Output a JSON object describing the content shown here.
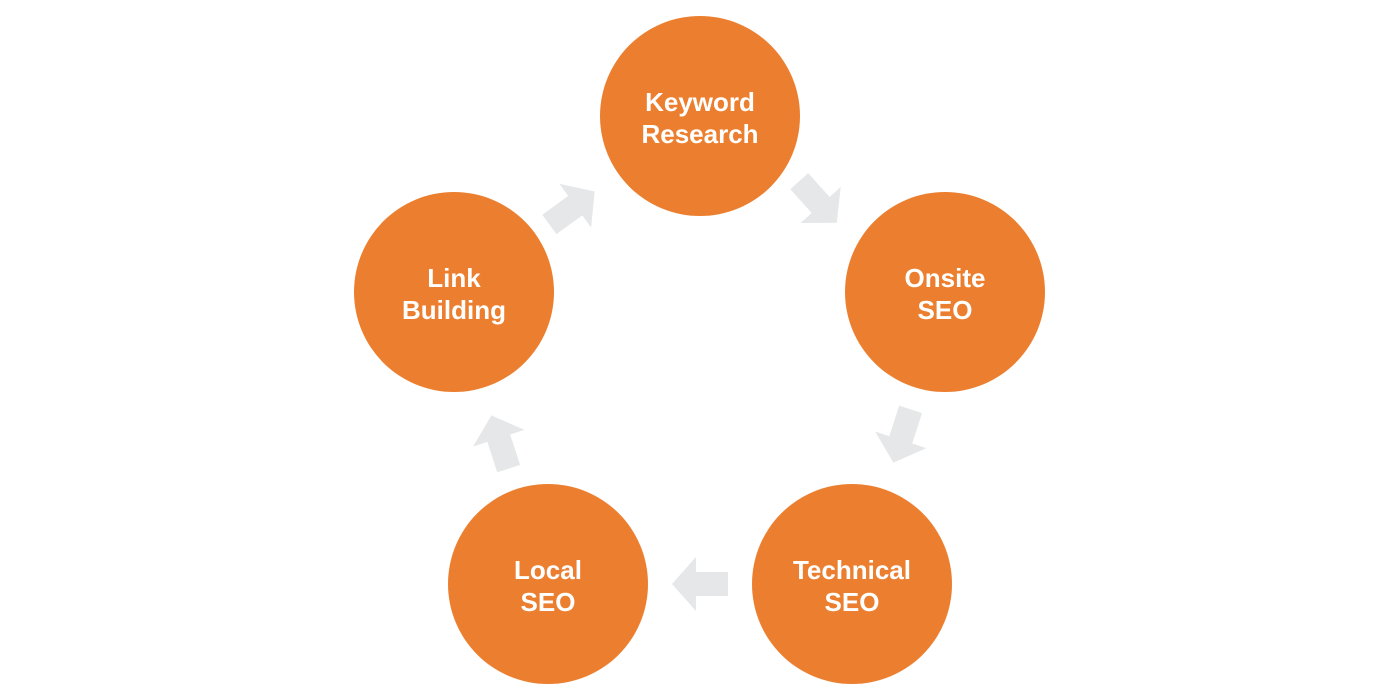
{
  "diagram": {
    "nodes": [
      {
        "id": "keyword-research",
        "lines": [
          "Keyword",
          "Research"
        ]
      },
      {
        "id": "onsite-seo",
        "lines": [
          "Onsite",
          "SEO"
        ]
      },
      {
        "id": "technical-seo",
        "lines": [
          "Technical",
          "SEO"
        ]
      },
      {
        "id": "local-seo",
        "lines": [
          "Local",
          "SEO"
        ]
      },
      {
        "id": "link-building",
        "lines": [
          "Link",
          "Building"
        ]
      }
    ],
    "arrows": [
      {
        "from": "keyword-research",
        "to": "onsite-seo"
      },
      {
        "from": "onsite-seo",
        "to": "technical-seo"
      },
      {
        "from": "technical-seo",
        "to": "local-seo"
      },
      {
        "from": "local-seo",
        "to": "link-building"
      },
      {
        "from": "link-building",
        "to": "keyword-research"
      }
    ],
    "colors": {
      "node_fill": "#ec7f2f",
      "node_text": "#ffffff",
      "arrow_fill": "#e6e7e8",
      "background": "#ffffff"
    }
  }
}
